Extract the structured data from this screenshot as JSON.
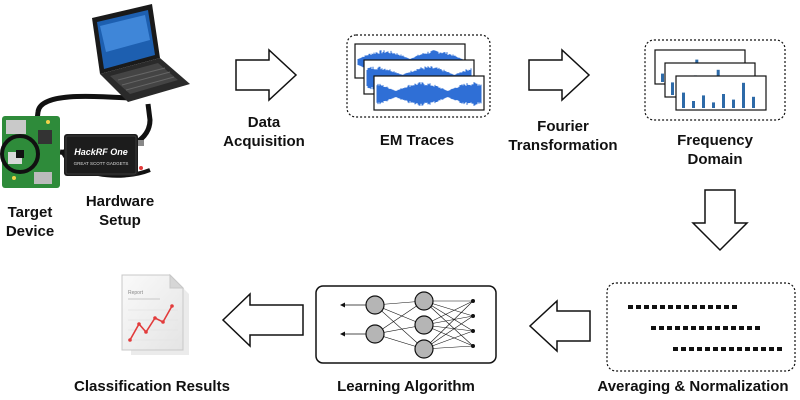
{
  "labels": {
    "hardware_setup": [
      "Hardware",
      "Setup"
    ],
    "target_device": [
      "Target",
      "Device"
    ],
    "data_acquisition": [
      "Data",
      "Acquisition"
    ],
    "em_traces": "EM Traces",
    "fourier_transformation": [
      "Fourier",
      "Transformation"
    ],
    "frequency_domain": [
      "Frequency",
      "Domain"
    ],
    "averaging_normalization": "Averaging & Normalization",
    "learning_algorithm": "Learning Algorithm",
    "classification_results": "Classification Results"
  },
  "device_text": {
    "hackrf_brand": "HackRF One",
    "hackrf_maker": "GREAT SCOTT GADGETS",
    "report_title": "Report"
  },
  "colors": {
    "trace_blue": "#2f6fd6",
    "freq_bar_blue": "#2d6aa8",
    "board_green": "#2e8b3a",
    "chart_red": "#e23b3b",
    "node_gray": "#b5b5b5"
  }
}
